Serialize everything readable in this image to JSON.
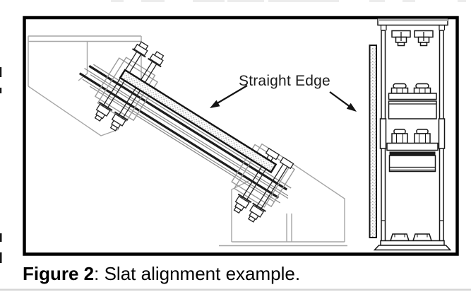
{
  "figure": {
    "annotation": {
      "label": "Straight Edge"
    },
    "caption": {
      "label": "Figure 2",
      "rest": ": Slat alignment example."
    }
  },
  "colors": {
    "page_background": "#ffffff",
    "figure_border": "#000000",
    "drawing_line_dark": "#161616",
    "drawing_line_gray": "#a6a6a6",
    "stipple_dot": "#ababab",
    "metal_cap_fill": "#b3b3b3",
    "dark_band_fill": "#1b1b1b",
    "caption_text": "#000000",
    "bottom_rule": "#d6d6d6"
  }
}
